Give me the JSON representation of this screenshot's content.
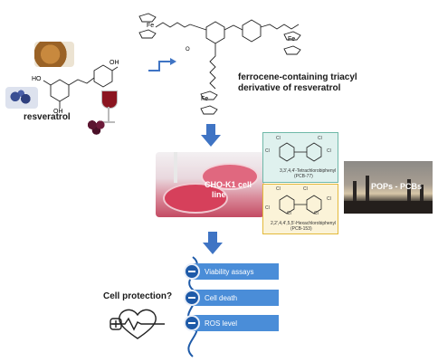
{
  "labels": {
    "resveratrol": "resveratrol",
    "derivative_line1": "ferrocene-containing triacyl",
    "derivative_line2": "derivative of resveratrol",
    "cell_line_1": "CHO-K1 cell",
    "cell_line_2": "line",
    "pops": "POPs - PCBs",
    "cell_protection": "Cell protection?"
  },
  "pcb77": {
    "name": "3,3',4,4'-Tetrachlorobiphenyl",
    "code": "(PCB-77)",
    "atom": "Cl"
  },
  "pcb153": {
    "name": "2,2',4,4',5,5'-Hexachlorobiphenyl",
    "code": "(PCB-153)",
    "atom": "Cl"
  },
  "molecule": {
    "oh": "OH",
    "ho": "HO",
    "fe": "Fe",
    "o": "O"
  },
  "assays": [
    "Viability assays",
    "Cell death",
    "ROS level"
  ],
  "colors": {
    "arrow_blue": "#3f74c4",
    "assay_blue": "#4a8dd8",
    "badge_blue": "#1e5aa8",
    "pcb77_bg": "#dff1ee",
    "pcb153_bg": "#fbf3d8",
    "pcb153_border": "#e3b93a"
  }
}
